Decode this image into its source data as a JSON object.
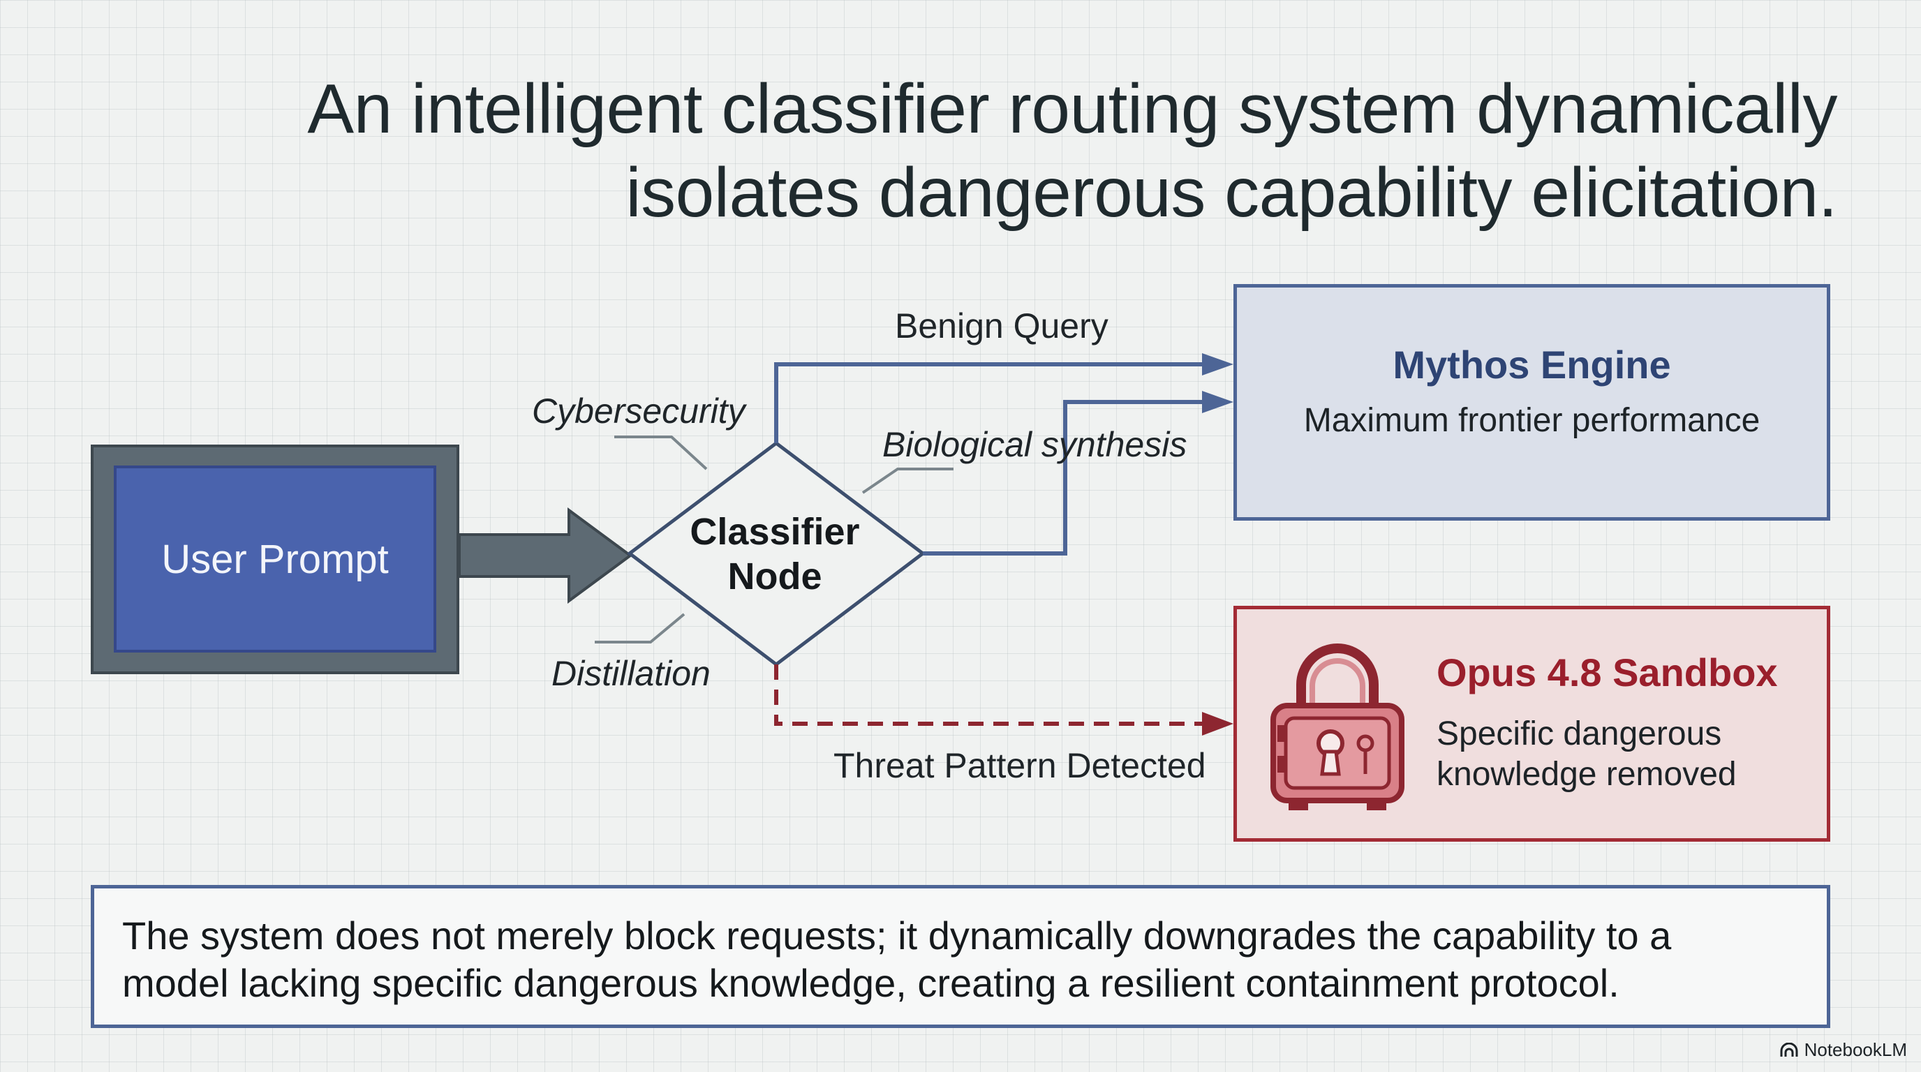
{
  "title": {
    "line1": "An intelligent classifier routing system dynamically",
    "line2": "isolates dangerous capability elicitation."
  },
  "nodes": {
    "user_prompt": "User Prompt",
    "classifier": {
      "line1": "Classifier",
      "line2": "Node"
    },
    "mythos": {
      "title": "Mythos Engine",
      "subtitle": "Maximum frontier performance"
    },
    "sandbox": {
      "title": "Opus 4.8 Sandbox",
      "subtitle_line1": "Specific dangerous",
      "subtitle_line2": "knowledge removed"
    }
  },
  "edge_labels": {
    "benign": "Benign Query",
    "biological": "Biological synthesis",
    "threat": "Threat Pattern Detected"
  },
  "classifier_tags": {
    "cyber": "Cybersecurity",
    "distillation": "Distillation"
  },
  "footer": {
    "line1": "The system does not merely block requests; it dynamically downgrades the capability to a",
    "line2": "model lacking specific dangerous knowledge, creating a resilient containment protocol."
  },
  "brand": "NotebookLM",
  "colors": {
    "blue_accent": "#4d6596",
    "red_accent": "#a32b35",
    "user_prompt_fill": "#4a63ad"
  }
}
